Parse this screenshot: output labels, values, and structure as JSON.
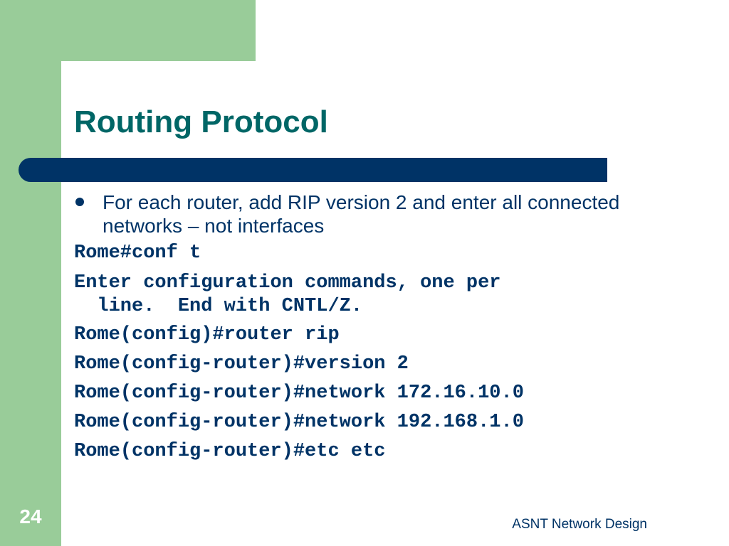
{
  "slide": {
    "title": "Routing Protocol",
    "bullet": "For each router, add RIP version 2 and enter all connected networks – not interfaces",
    "code_lines": [
      "Rome#conf t",
      "Enter configuration commands, one per\n  line.  End with CNTL/Z.",
      "Rome(config)#router rip",
      "Rome(config-router)#version 2",
      "Rome(config-router)#network 172.16.10.0",
      "Rome(config-router)#network 192.168.1.0",
      "Rome(config-router)#etc etc"
    ],
    "footer": "ASNT Network Design",
    "page_number": "24"
  },
  "colors": {
    "accent_green": "#99CC99",
    "title_teal": "#006666",
    "navy": "#003366"
  }
}
